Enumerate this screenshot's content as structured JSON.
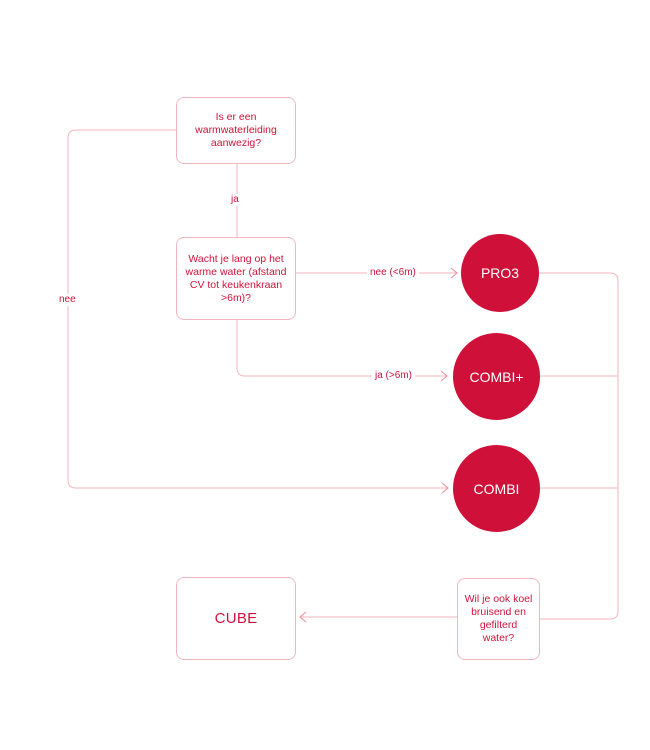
{
  "colors": {
    "accent": "#cf1039",
    "line": "#f2b6be",
    "text": "#d1123a"
  },
  "nodes": {
    "q_warmwater": "Is er een warmwaterleiding aanwezig?",
    "q_wait": "Wacht je lang op het warme water (afstand CV tot keukenkraan >6m)?",
    "q_cool": "Wil je ook koel bruisend en gefilterd water?",
    "pro3": "PRO3",
    "combiplus": "COMBI+",
    "combi": "COMBI",
    "cube": "CUBE"
  },
  "edge_labels": {
    "ja": "ja",
    "nee": "nee",
    "nee_lt6": "nee (<6m)",
    "ja_gt6": "ja (>6m)"
  }
}
